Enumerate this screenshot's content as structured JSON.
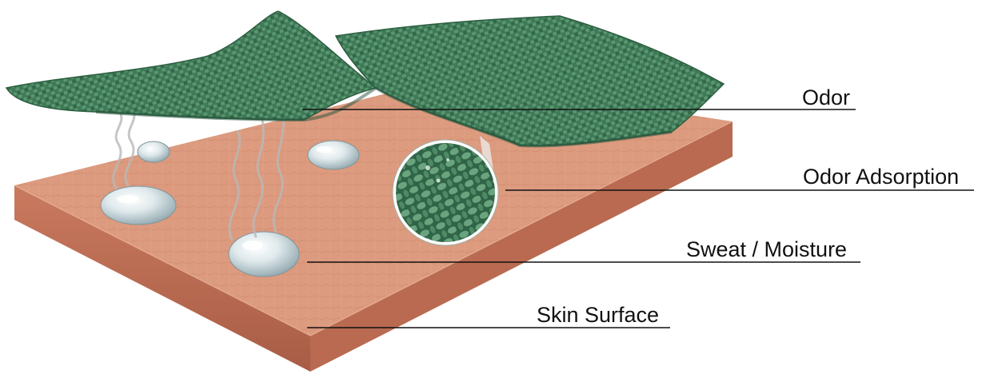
{
  "labels": {
    "odor": "Odor",
    "odor_adsorption": "Odor Adsorption",
    "sweat_moisture": "Sweat / Moisture",
    "skin_surface": "Skin Surface"
  },
  "colors": {
    "skin": "#d99477",
    "skin_edge": "#b9684e",
    "fabric": "#3f7a57",
    "fabric_light": "#5f9a74",
    "droplet": "#d7e3e6",
    "leader_line": "#111111",
    "label_text": "#111111"
  },
  "icons": {
    "vapor": "wavy-vapor-lines",
    "droplet": "water-droplet",
    "magnifier": "circular-zoom-inset"
  }
}
